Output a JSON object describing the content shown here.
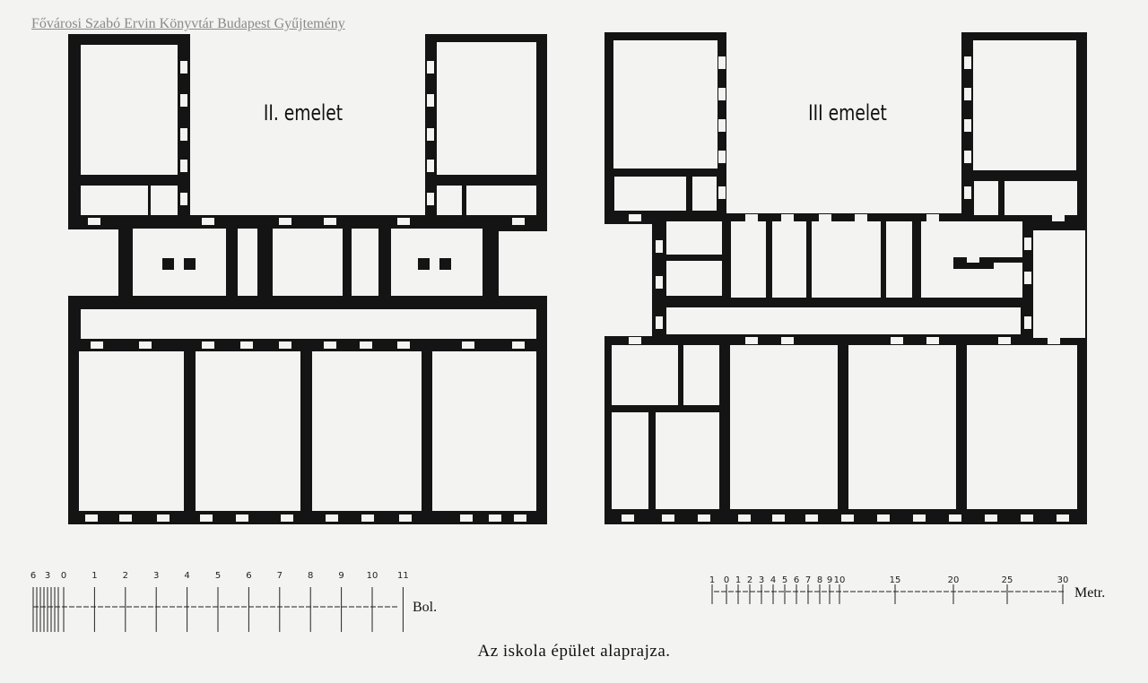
{
  "watermark": "Fővárosi Szabó Ervin Könyvtár Budapest Gyűjtemény",
  "caption": "Az iskola épület alaprajza.",
  "plans": [
    {
      "floor_label": "II. emelet"
    },
    {
      "floor_label": "III emelet"
    }
  ],
  "scale_left": {
    "unit": "Bol.",
    "labels": [
      "6",
      "3",
      "0",
      "1",
      "2",
      "3",
      "4",
      "5",
      "6",
      "7",
      "8",
      "9",
      "10",
      "11"
    ]
  },
  "scale_right": {
    "unit": "Metr.",
    "labels": [
      "1",
      "0",
      "1",
      "2",
      "3",
      "4",
      "5",
      "6",
      "7",
      "8",
      "9",
      "10",
      "15",
      "20",
      "25",
      "30"
    ]
  }
}
